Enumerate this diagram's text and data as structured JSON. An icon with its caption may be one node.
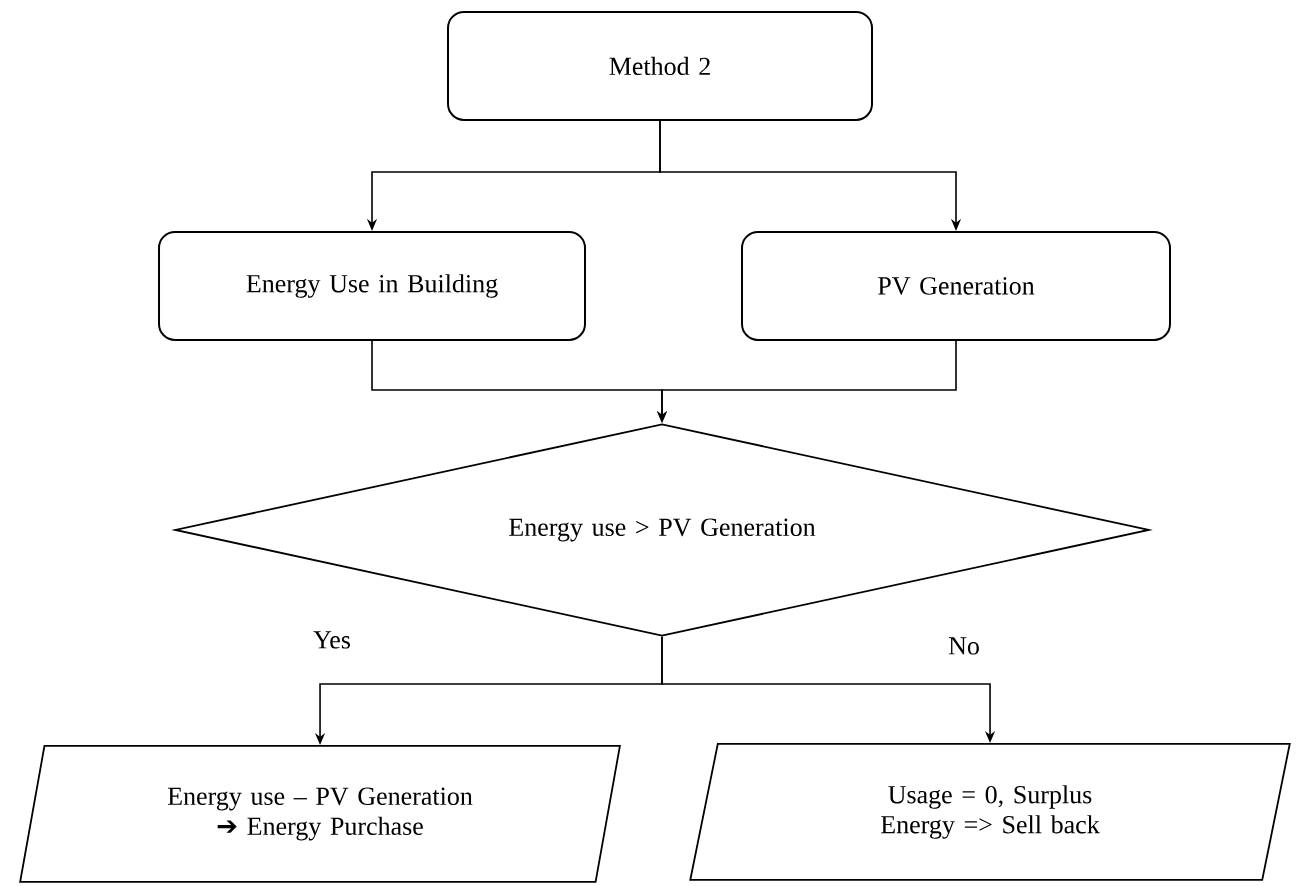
{
  "diagram": {
    "nodes": [
      {
        "text": [
          "Method 2"
        ]
      },
      {
        "text": [
          "Energy Use in Building"
        ]
      },
      {
        "text": [
          "PV Generation"
        ]
      },
      {
        "text": [
          "Energy use > PV Generation"
        ]
      },
      {
        "text": [
          "Energy use – PV Generation ➔ Energy Purchase"
        ]
      },
      {
        "text": [
          "Usage = 0, Surplus Energy => Sell back"
        ]
      }
    ],
    "edges": [
      {
        "from": 0,
        "to": 1,
        "arrow": "to"
      },
      {
        "from": 0,
        "to": 2,
        "arrow": "to"
      },
      {
        "from": 1,
        "to": 3,
        "arrow": "to"
      },
      {
        "from": 2,
        "to": 3,
        "arrow": "to"
      },
      {
        "from": 3,
        "to": 4,
        "label": "Yes",
        "arrow": "to"
      },
      {
        "from": 3,
        "to": 5,
        "label": "No",
        "arrow": "to"
      }
    ]
  }
}
